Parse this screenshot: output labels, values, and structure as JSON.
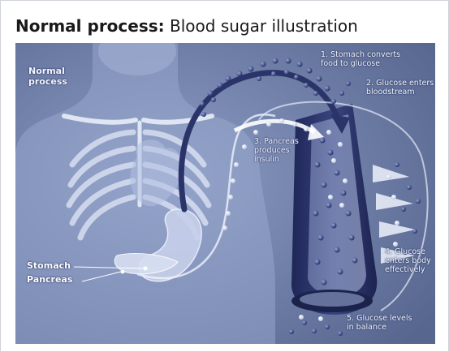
{
  "header": {
    "title_bold": "Normal process:",
    "title_rest": " Blood sugar illustration"
  },
  "illustration": {
    "corner_label": "Normal\nprocess",
    "steps": [
      "1. Stomach converts\nfood to glucose",
      "2. Glucose enters\nbloodstream",
      "3. Pancreas\nproduces\ninsulin",
      "4. Glucose\nenters body\neffectively",
      "5. Glucose levels\nin balance"
    ],
    "organs": {
      "stomach": "Stomach",
      "pancreas": "Pancreas"
    }
  },
  "colors": {
    "background": "#6d7ea8",
    "vessel": "#2b3468",
    "glucose": "#2c3772",
    "insulin": "#f2f3fb",
    "label_text": "#f4f6ff"
  }
}
